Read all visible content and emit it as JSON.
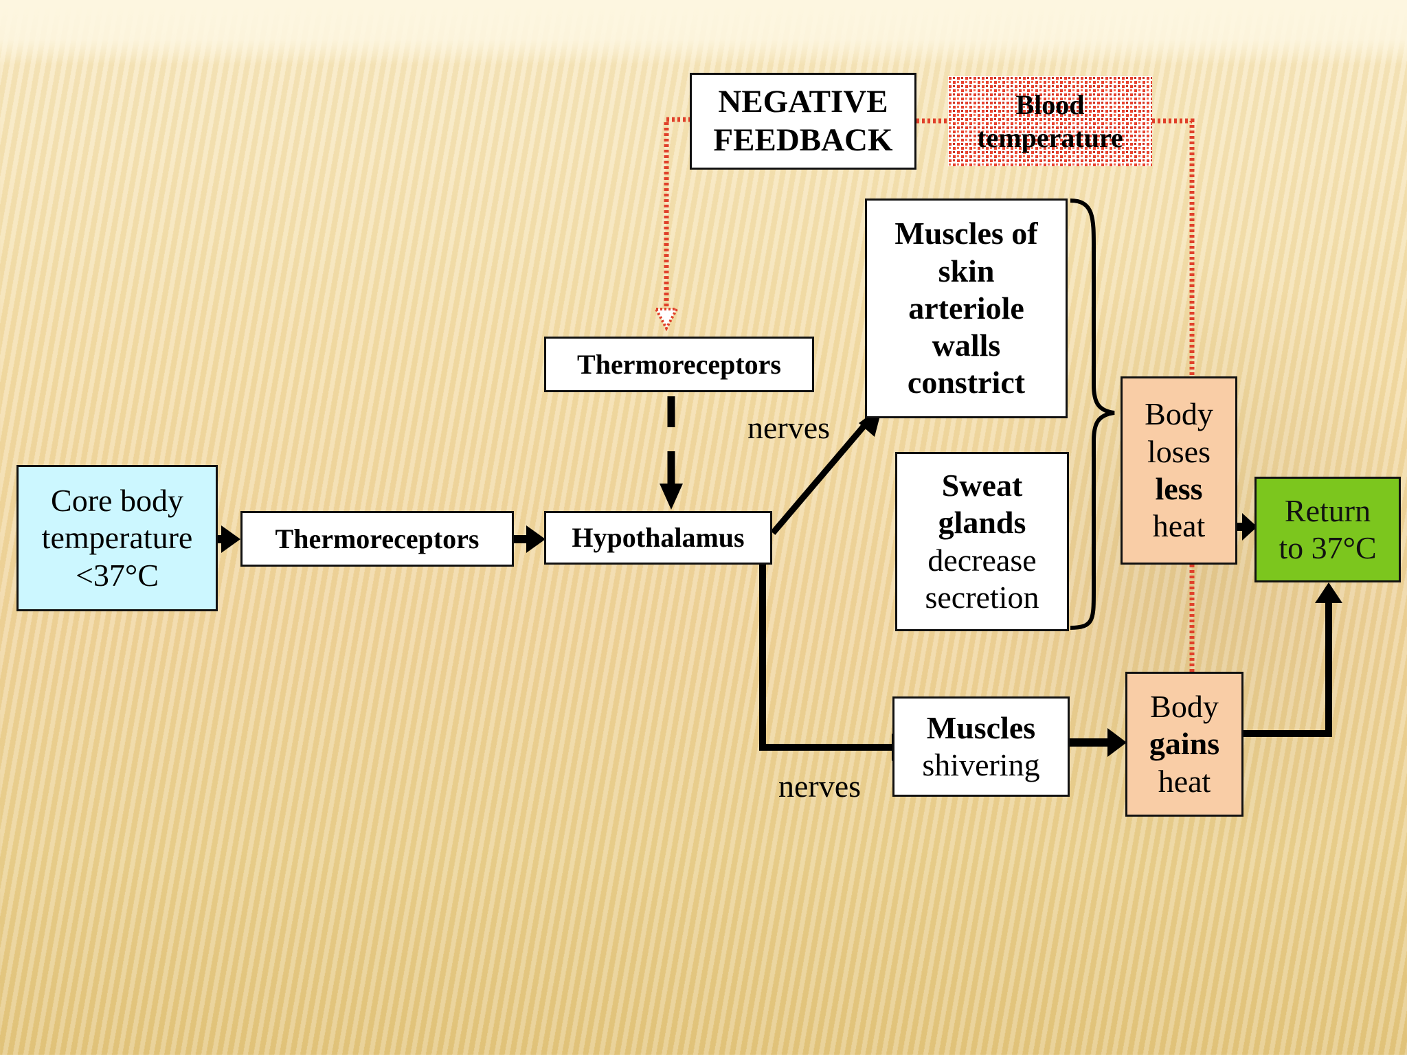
{
  "feedback": {
    "negative_feedback": [
      "NEGATIVE",
      "FEEDBACK"
    ],
    "blood_temperature": [
      "Blood",
      "temperature"
    ]
  },
  "nodes": {
    "core_temp": [
      "Core body",
      "temperature",
      "<37°C"
    ],
    "thermoreceptors_main": "Thermoreceptors",
    "thermoreceptors_top": "Thermoreceptors",
    "hypothalamus": "Hypothalamus",
    "muscles_arteriole": [
      "Muscles of",
      "skin",
      "arteriole",
      "walls",
      "constrict"
    ],
    "sweat_glands": {
      "bold": [
        "Sweat",
        "glands"
      ],
      "normal": [
        "decrease",
        "secretion"
      ]
    },
    "muscles_shivering": {
      "bold": "Muscles",
      "normal": "shivering"
    },
    "body_loses": {
      "line1": "Body",
      "line2": "loses",
      "line3_bold": "less",
      "line4": "heat"
    },
    "body_gains": {
      "line1": "Body",
      "line2_bold": "gains",
      "line3": "heat"
    },
    "return": [
      "Return",
      "to 37°C"
    ]
  },
  "labels": {
    "nerves_upper": "nerves",
    "nerves_lower": "nerves"
  },
  "colors": {
    "core_temp_fill": "#ccf7ff",
    "body_fill": "#f9cda6",
    "return_fill": "#7cc61e",
    "feedback_line": "#e0402a",
    "blood_fill": "#e8412e"
  }
}
